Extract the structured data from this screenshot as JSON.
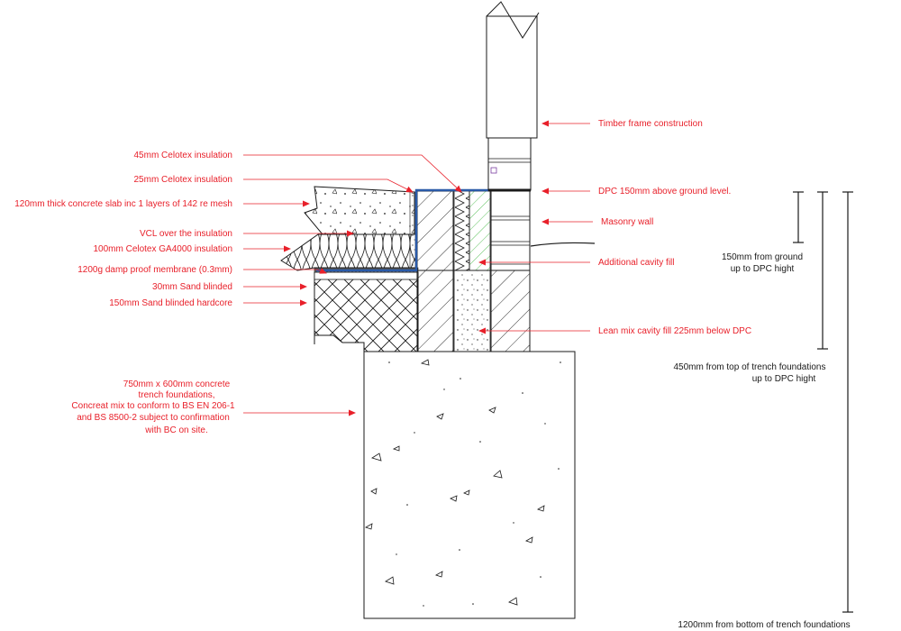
{
  "labels": {
    "timber": "Timber frame construction",
    "dpc": "DPC 150mm above ground level.",
    "masonry": "Masonry wall",
    "cavity_fill": "Additional cavity fill",
    "lean_mix": "Lean mix cavity fill 225mm below DPC",
    "celotex45": "45mm Celotex insulation",
    "celotex25": "25mm Celotex insulation",
    "slab": "120mm thick concrete slab inc 1 layers of 142 re mesh",
    "vcl": "VCL over the insulation",
    "celotex100": "100mm Celotex GA4000 insulation",
    "membrane": "1200g damp proof membrane (0.3mm)",
    "sand30": "30mm Sand blinded",
    "hardcore": "150mm Sand blinded hardcore",
    "foundation": [
      "750mm x 600mm concrete",
      "trench foundations,",
      "Concreat mix to conform to BS EN 206-1",
      "and BS 8500-2 subject to confirmation",
      "with BC on site."
    ]
  },
  "dimensions": {
    "d150": [
      "150mm from ground",
      "up to DPC hight"
    ],
    "d450": [
      "450mm from top of trench foundations",
      "up to DPC hight"
    ],
    "d1200": "1200mm from  bottom of trench foundations"
  },
  "colors": {
    "annotation": "#e8202a",
    "membrane_blue": "#2a5aa8",
    "cavity_green": "#4cbb4c",
    "linework": "#1a1a1a"
  }
}
